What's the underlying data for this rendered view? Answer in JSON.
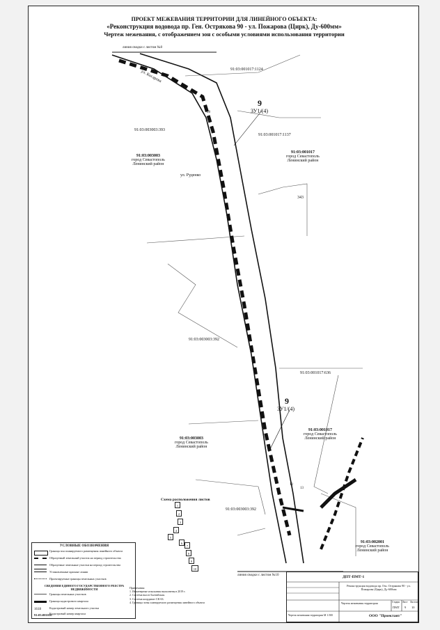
{
  "title": {
    "line1": "ПРОЕКТ МЕЖЕВАНИЯ ТЕРРИТОРИИ ДЛЯ ЛИНЕЙНОГО ОБЪЕКТА:",
    "line2": "«Реконструкция водовода пр. Ген. Острякова 90 - ул. Пожарова (Цирк), Ду-600мм»",
    "line3": "Чертеж межевания, с отображением зон с особыми условиями использования территории"
  },
  "map": {
    "match_line_top": "линия сводки с листом №8",
    "match_line_bottom": "линия сводки с листом №10",
    "street_1": "ул. Косарева",
    "street_2": "ул. Руденко",
    "parcels": [
      "91:03:001017:1124",
      "91:03:003003:393",
      "91:03:001017:1137",
      "91:03:003003:392",
      "91:03:001017:636",
      "91:03:003003:392",
      "343"
    ],
    "quarters": [
      {
        "code": "91:03:003003",
        "city": "город Севастополь",
        "district": "Ленинский район"
      },
      {
        "code": "91:03:001017",
        "city": "город Севастополь",
        "district": "Ленинский район"
      },
      {
        "code": "91:03:003003",
        "city": "город Севастополь",
        "district": "Ленинский район"
      },
      {
        "code": "91:03:001017",
        "city": "город Севастополь",
        "district": "Ленинский район"
      },
      {
        "code": "91:03:002001",
        "city": "город Севастополь",
        "district": "Ленинский район"
      }
    ],
    "markers": [
      {
        "number": "9",
        "label": "ЗУ1/(4)"
      },
      {
        "number": "9",
        "label": "ЗУ1/(4)"
      }
    ],
    "point_labels": [
      "28",
      "12",
      "13"
    ]
  },
  "scheme": {
    "title": "Схема расположения листов",
    "sheets": [
      "1",
      "2",
      "3",
      "4",
      "5",
      "6",
      "7",
      "8",
      "9",
      "10"
    ]
  },
  "legend": {
    "title": "УСЛОВНЫЕ ОБОЗНАЧЕНИЯ",
    "items": [
      "Граница зон планируемого размещения линейного объекта",
      "Образуемый земельный участок на период строительства",
      "Образуемые земельные участки на период строительства",
      "Установленные красные линии",
      "Проектируемые границы земельных участков",
      "СВЕДЕНИЯ ЕДИНОГО ГОСУДАРСТВЕННОГО РЕЕСТРА НЕДВИЖИМОСТИ",
      "Границы земельных участков",
      "Граница кадастрового квартала",
      "Кадастровый номер земельного участка",
      "Кадастровый номер квартала"
    ],
    "sample_parcel": "1618",
    "sample_quarter": "91:03:001010"
  },
  "notes": {
    "header": "Примечания:",
    "lines": [
      "1. Инженерные изыскания выполнены в 2019 г.",
      "2. Система высот Балтийская.",
      "3. Система координат СК-63.",
      "4. Границы зоны планируемого размещения линейного объекта"
    ]
  },
  "stamp": {
    "code": "ДПТ-ПМТ-1",
    "object": "Реконструкция водовода пр. Ген. Острякова 90 - ул. Пожарова (Цирк), Ду-600мм",
    "sheet_title": "Чертеж межевания территории",
    "stage_label": "Стадия",
    "sheet_label": "Лист",
    "sheets_label": "Листов",
    "stage": "ПМТ",
    "sheet": "9",
    "sheets": "10",
    "company": "ООО \"Проектант\"",
    "scale": "Чертеж межевания территории М 1:500"
  },
  "colors": {
    "line": "#111111",
    "thin": "#555555"
  }
}
